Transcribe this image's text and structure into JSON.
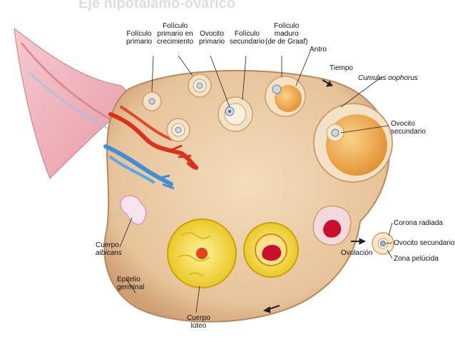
{
  "header_faded": "Eje hipotálamo-ovárico",
  "labels": {
    "foliculo_primario": [
      "Folículo",
      "primario"
    ],
    "foliculo_crecimiento": [
      "Folículo",
      "primario en",
      "crecimiento"
    ],
    "ovocito_primario": [
      "Ovocito",
      "primario"
    ],
    "foliculo_secundario": [
      "Folículo",
      "secundario"
    ],
    "foliculo_maduro": [
      "Folículo",
      "maduro",
      "(de de Graaf)"
    ],
    "antro": "Antro",
    "tiempo": "Tiempo",
    "cumulus": "Cumulus oophorus",
    "ovocito_secundario": [
      "Ovocito",
      "secundario"
    ],
    "corona_radiada": "Corona radiada",
    "ovocito_secundario_2": "Ovocito secundario",
    "zona_pelucida": "Zona pelúcida",
    "ovulacion": "Ovulación",
    "cuerpo_albicans": [
      "Cuerpo",
      "albicans"
    ],
    "epitelio_germinal": [
      "Epitelio",
      "germinal"
    ],
    "cuerpo_luteo": [
      "Cuerpo",
      "lúteo"
    ]
  },
  "colors": {
    "ovary_fill": "#e8c8a0",
    "ovary_edge": "#b8895c",
    "follicle_fill": "#e9a64a",
    "luteum": "#f4d42a",
    "artery": "#d8321c",
    "vein": "#3f8fd8",
    "blood": "#c8102e"
  }
}
